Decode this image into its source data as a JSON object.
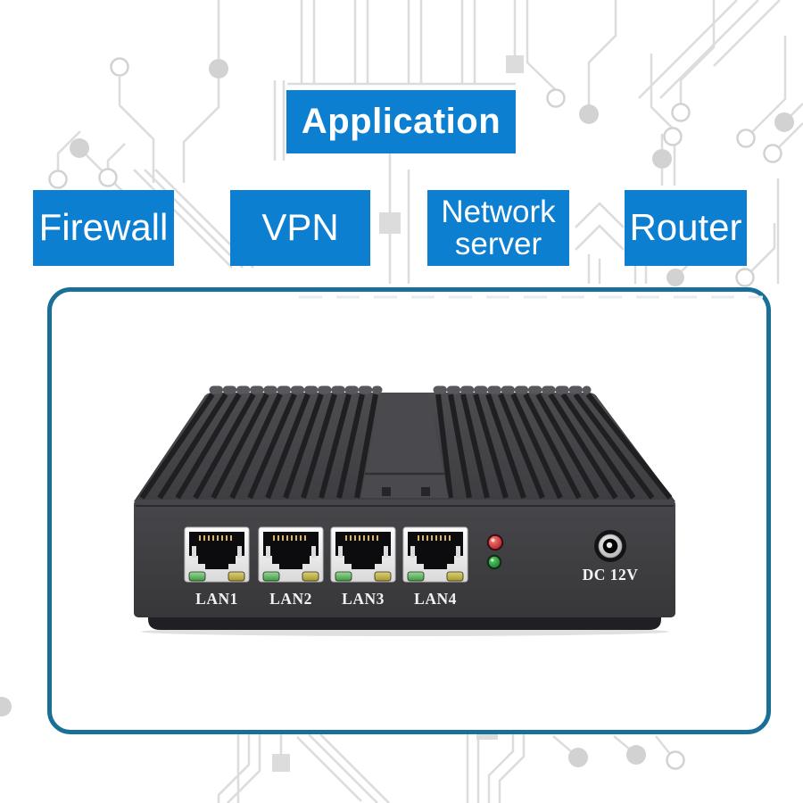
{
  "header": {
    "label": "Application"
  },
  "application_labels": [
    {
      "label": "Firewall"
    },
    {
      "label": "VPN"
    },
    {
      "label": "Network\nserver"
    },
    {
      "label": "Router"
    }
  ],
  "device": {
    "lan_ports": [
      {
        "label": "LAN1"
      },
      {
        "label": "LAN2"
      },
      {
        "label": "LAN3"
      },
      {
        "label": "LAN4"
      }
    ],
    "power_label": "DC 12V",
    "indicator_leds": [
      {
        "name": "red-indicator-led",
        "color": "#c0202c"
      },
      {
        "name": "green-indicator-led",
        "color": "#1f9e44"
      }
    ]
  },
  "colors": {
    "accent_blue": "#0d7fd1",
    "panel_border_teal": "#196f96",
    "circuit_trace_gray": "#dcdcdc",
    "device_body": "#3d3d40"
  }
}
